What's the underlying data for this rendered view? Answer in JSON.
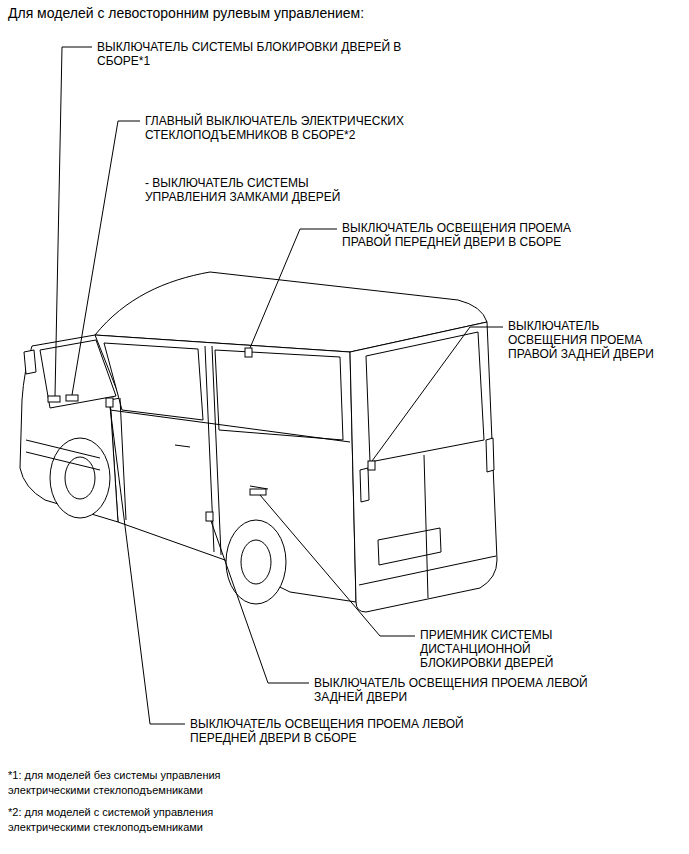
{
  "diagram": {
    "title": "Для моделей с левосторонним рулевым управлением:",
    "labels": [
      "ВЫКЛЮЧАТЕЛЬ СИСТЕМЫ БЛОКИРОВКИ ДВЕРЕЙ В СБОРЕ*1",
      "ГЛАВНЫЙ ВЫКЛЮЧАТЕЛЬ ЭЛЕКТРИЧЕСКИХ СТЕКЛОПОДЪЕМНИКОВ В СБОРЕ*2",
      "- ВЫКЛЮЧАТЕЛЬ СИСТЕМЫ УПРАВЛЕНИЯ ЗАМКАМИ ДВЕРЕЙ",
      "ВЫКЛЮЧАТЕЛЬ ОСВЕЩЕНИЯ ПРОЕМА ПРАВОЙ ПЕРЕДНЕЙ ДВЕРИ В СБОРЕ",
      "ВЫКЛЮЧАТЕЛЬ ОСВЕЩЕНИЯ ПРОЕМА ПРАВОЙ ЗАДНЕЙ ДВЕРИ",
      "ПРИЕМНИК СИСТЕМЫ ДИСТАНЦИОННОЙ БЛОКИРОВКИ ДВЕРЕЙ",
      "ВЫКЛЮЧАТЕЛЬ ОСВЕЩЕНИЯ ПРОЕМА ЛЕВОЙ ЗАДНЕЙ ДВЕРИ",
      "ВЫКЛЮЧАТЕЛЬ ОСВЕЩЕНИЯ ПРОЕМА ЛЕВОЙ ПЕРЕДНЕЙ ДВЕРИ В СБОРЕ",
      "*1: для моделей без системы управления электрическими стеклоподъемниками",
      "*2: для моделей с системой управления электрическими стеклоподъемниками"
    ]
  }
}
